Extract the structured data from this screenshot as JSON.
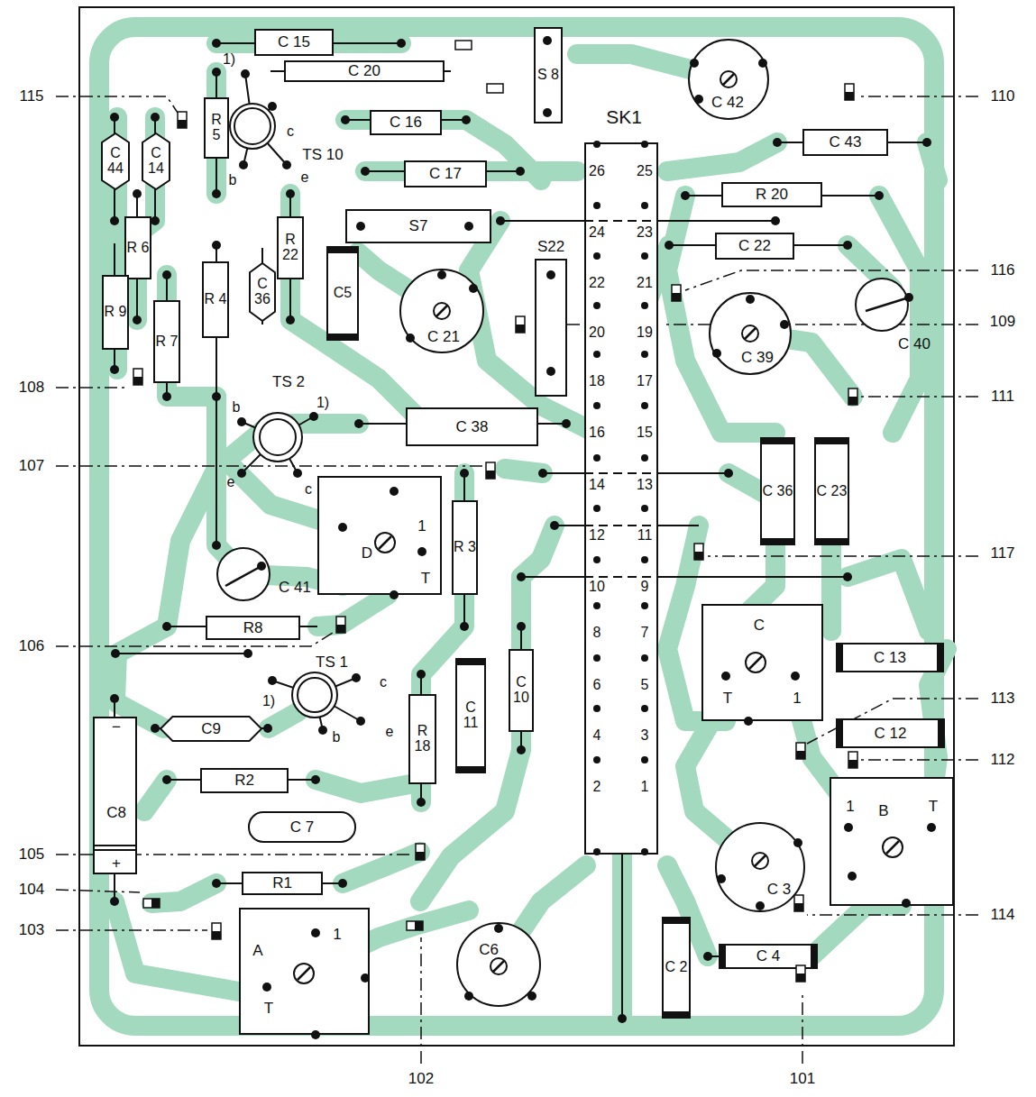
{
  "diagram": {
    "nodes": [
      {
        "text": [
          "C 15"
        ]
      },
      {
        "text": [
          "C 20"
        ]
      },
      {
        "text": [
          "S 8"
        ]
      },
      {
        "text": [
          "C 42"
        ]
      },
      {
        "text": [
          "C 16"
        ]
      },
      {
        "text": [
          "SK1"
        ]
      },
      {
        "text": [
          "C 43"
        ]
      },
      {
        "text": [
          "R 5"
        ]
      },
      {
        "text": [
          "TS 10"
        ]
      },
      {
        "text": [
          "C 44"
        ]
      },
      {
        "text": [
          "C 14"
        ]
      },
      {
        "text": [
          "C 17"
        ]
      },
      {
        "text": [
          "R 20"
        ]
      },
      {
        "text": [
          "S7"
        ]
      },
      {
        "text": [
          "C 22"
        ]
      },
      {
        "text": [
          "R 22"
        ]
      },
      {
        "text": [
          "R 6"
        ]
      },
      {
        "text": [
          "C 36"
        ]
      },
      {
        "text": [
          "C5"
        ]
      },
      {
        "text": [
          "R 4"
        ]
      },
      {
        "text": [
          "S22"
        ]
      },
      {
        "text": [
          "C 21"
        ]
      },
      {
        "text": [
          "C 39"
        ]
      },
      {
        "text": [
          "C 40"
        ]
      },
      {
        "text": [
          "R 9"
        ]
      },
      {
        "text": [
          "R 7"
        ]
      },
      {
        "text": [
          "TS 2"
        ]
      },
      {
        "text": [
          "C 38"
        ]
      },
      {
        "text": [
          "C 36"
        ]
      },
      {
        "text": [
          "C 23"
        ]
      },
      {
        "text": [
          "D",
          "1",
          "T"
        ]
      },
      {
        "text": [
          "R 3"
        ]
      },
      {
        "text": [
          "C 41"
        ]
      },
      {
        "text": [
          "C",
          "T",
          "1"
        ]
      },
      {
        "text": [
          "R8"
        ]
      },
      {
        "text": [
          "C 13"
        ]
      },
      {
        "text": [
          "C 10"
        ]
      },
      {
        "text": [
          "C 11"
        ]
      },
      {
        "text": [
          "TS 1"
        ]
      },
      {
        "text": [
          "C 12"
        ]
      },
      {
        "text": [
          "C9"
        ]
      },
      {
        "text": [
          "−",
          "C8",
          "+"
        ]
      },
      {
        "text": [
          "R 18"
        ]
      },
      {
        "text": [
          "R2"
        ]
      },
      {
        "text": [
          "B",
          "1",
          "T"
        ]
      },
      {
        "text": [
          "C 7"
        ]
      },
      {
        "text": [
          "C 3"
        ]
      },
      {
        "text": [
          "R1"
        ]
      },
      {
        "text": [
          "A",
          "1",
          "T"
        ]
      },
      {
        "text": [
          "C6"
        ]
      },
      {
        "text": [
          "C 2"
        ]
      },
      {
        "text": [
          "C 4"
        ]
      }
    ],
    "labels": [
      "115",
      "110",
      "116",
      "109",
      "108",
      "111",
      "107",
      "117",
      "106",
      "113",
      "112",
      "105",
      "104",
      "103",
      "114",
      "102",
      "101",
      "1)",
      "c",
      "b",
      "e",
      "b",
      "1)",
      "e",
      "c",
      "c",
      "1)",
      "b",
      "e",
      "26",
      "25",
      "24",
      "23",
      "22",
      "21",
      "20",
      "19",
      "18",
      "17",
      "16",
      "15",
      "14",
      "13",
      "12",
      "11",
      "10",
      "9",
      "8",
      "7",
      "6",
      "5",
      "4",
      "3",
      "2",
      "1"
    ]
  }
}
